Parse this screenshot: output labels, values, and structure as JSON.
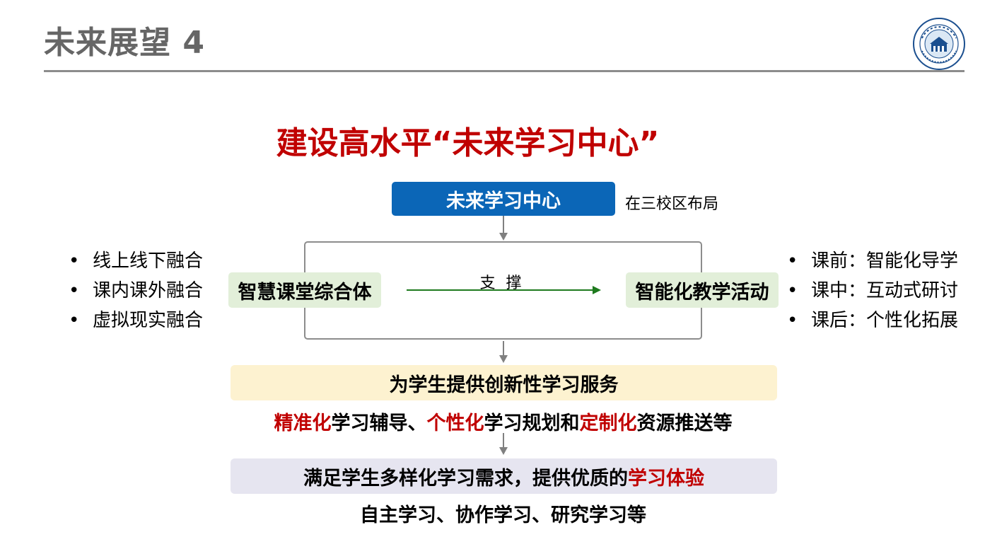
{
  "header": {
    "title": "未来展望 4",
    "logo_icon": "university-seal-icon"
  },
  "heading": "建设高水平“未来学习中心”",
  "diagram": {
    "top_box": "未来学习中心",
    "top_note": "在三校区布局",
    "left_box": "智慧课堂综合体",
    "right_box": "智能化教学活动",
    "arrow_label": "支 撑",
    "left_bullets": [
      "线上线下融合",
      "课内课外融合",
      "虚拟现实融合"
    ],
    "right_bullets": [
      "课前：智能化导学",
      "课中：互动式研讨",
      "课后：个性化拓展"
    ],
    "bullet_char": "•"
  },
  "service_band": {
    "text": "为学生提供创新性学习服务"
  },
  "service_detail": {
    "part1_red": "精准化",
    "part2": "学习辅导、",
    "part3_red": "个性化",
    "part4": "学习规划和",
    "part5_red": "定制化",
    "part6": "资源推送等"
  },
  "experience_band": {
    "part1": "满足学生多样化学习需求，提供优质的",
    "part2_red": "学习体验"
  },
  "experience_detail": "自主学习、协作学习、研究学习等",
  "colors": {
    "accent_red": "#c00000",
    "top_box_blue": "#0b66b7",
    "green_fill": "#e2efd9",
    "arrow_green": "#1e7a1e",
    "band_yellow": "#fdf2d0",
    "band_purple": "#e6e5f0",
    "title_gray": "#666666"
  }
}
